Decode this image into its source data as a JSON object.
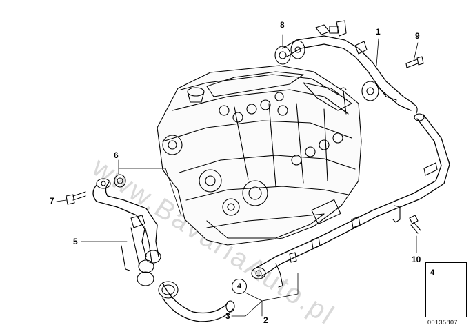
{
  "diagram": {
    "callouts": {
      "c1": "1",
      "c2": "2",
      "c3": "3",
      "c4": "4",
      "c5": "5",
      "c6": "6",
      "c7": "7",
      "c8": "8",
      "c9": "9",
      "c10": "10"
    },
    "circle_label": "4",
    "legend": {
      "number": "4"
    },
    "code": "00135807",
    "watermark": "www.BavariaAuto.pl"
  }
}
